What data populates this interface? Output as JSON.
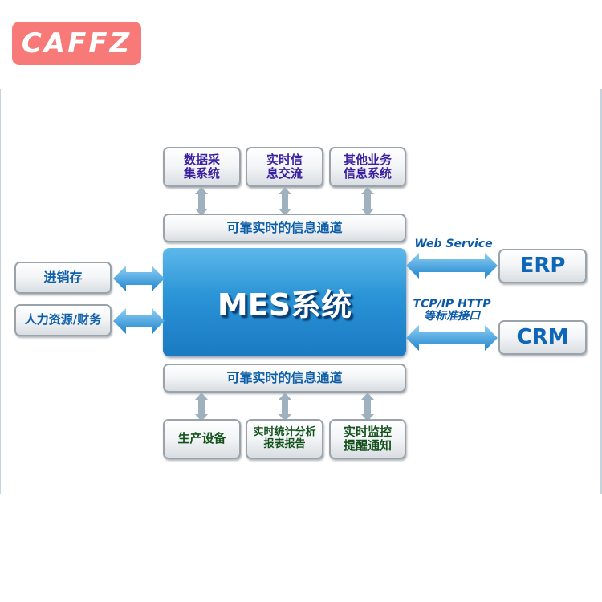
{
  "logo": {
    "text": "CAFFZ",
    "color": "#f77a78"
  },
  "diagram": {
    "center": {
      "label": "MES系统",
      "color": "#2a93d6"
    },
    "top_boxes": [
      {
        "line1": "数据采",
        "line2": "集系统"
      },
      {
        "line1": "实时信",
        "line2": "息交流"
      },
      {
        "line1": "其他业务",
        "line2": "信息系统"
      }
    ],
    "top_channel": "可靠实时的信息通道",
    "bottom_channel": "可靠实时的信息通道",
    "bottom_boxes": [
      {
        "line1": "生产设备",
        "line2": ""
      },
      {
        "line1": "实时统计分析",
        "line2": "报表报告"
      },
      {
        "line1": "实时监控",
        "line2": "提醒通知"
      }
    ],
    "left_boxes": [
      "进销存",
      "人力资源/财务"
    ],
    "right_boxes": [
      "ERP",
      "CRM"
    ],
    "right_labels": {
      "erp": "Web Service",
      "crm_line1": "TCP/IP HTTP",
      "crm_line2": "等标准接口"
    },
    "colors": {
      "purple_text": "#3a1fa0",
      "blue_text": "#0f5fa8",
      "green_text": "#14521c",
      "arrow_blue": "#3aa2e0",
      "arrow_gray": "#9fb1bf"
    }
  }
}
